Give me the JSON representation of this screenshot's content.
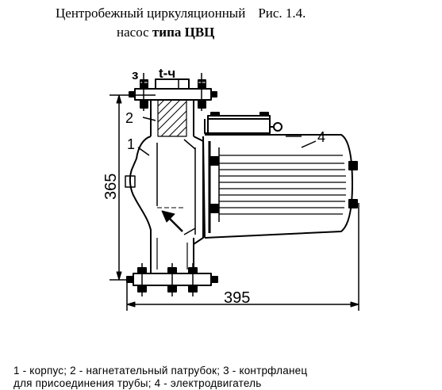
{
  "title": {
    "line1_text": "Центробежный циркуляционный",
    "line1_ref": "Рис.   1.4.",
    "line2_text": "насос",
    "line2_bold": "типа ЦВЦ"
  },
  "callouts": {
    "counterflange": "з",
    "section": "t-ч",
    "discharge_pipe": "2",
    "casing": "1",
    "motor": "4"
  },
  "dimensions": {
    "height": "365",
    "length": "395"
  },
  "caption": {
    "line1": "1 - корпус; 2 - нагнетательный патрубок; 3 - контрфланец",
    "line2": "для присоединения трубы; 4 - электродвигатель"
  }
}
